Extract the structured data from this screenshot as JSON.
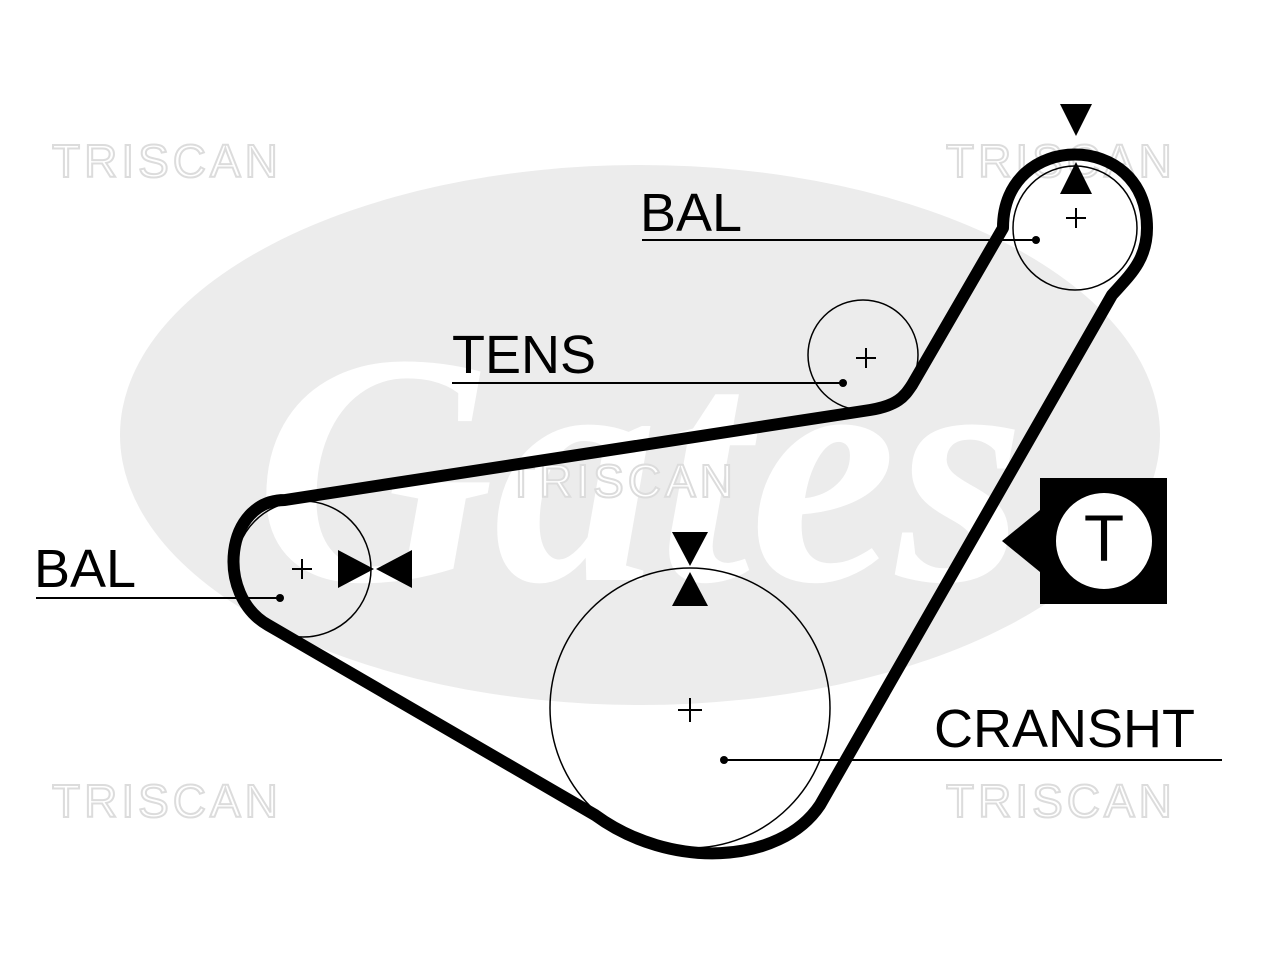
{
  "watermark": {
    "brand": "TRISCAN",
    "logo_text": "Gates"
  },
  "labels": {
    "bal_top": "BAL",
    "tens": "TENS",
    "bal_left": "BAL",
    "crankshaft": "CRANSHT"
  },
  "tensioner_marker": {
    "letter": "T"
  },
  "colors": {
    "line": "#000000",
    "watermark": "#e4e4e4",
    "background": "#ffffff"
  }
}
